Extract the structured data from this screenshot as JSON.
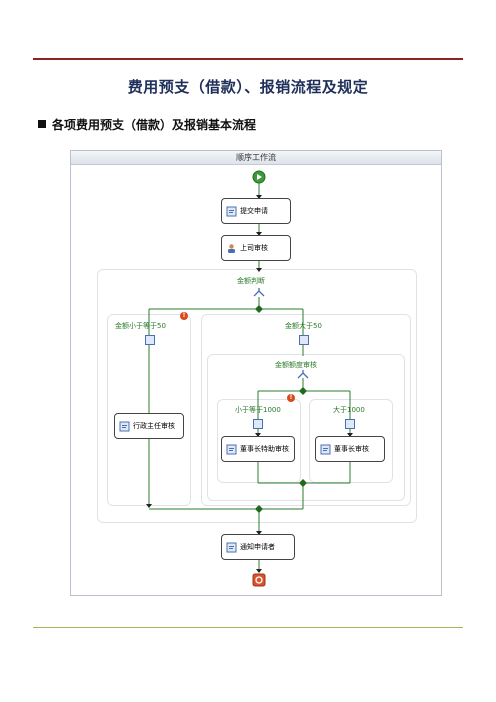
{
  "document": {
    "title": "费用预支（借款）、报销流程及规定",
    "section_heading": "各项费用预支（借款）及报销基本流程"
  },
  "workflow": {
    "title": "顺序工作流",
    "activities": {
      "submit": "提交申请",
      "supervisor": "上司审核",
      "admin": "行政主任审核",
      "chairman_assist": "董事长特助审核",
      "chairman": "董事长审核",
      "notify": "通知申请者"
    },
    "branches": {
      "amount_judge": "金额判断",
      "lte50": "金额小于等于50",
      "gt50": "金额大于50",
      "amount_levels": "金额额度审核",
      "lte1000": "小于等于1000",
      "gt1000": "大于1000"
    },
    "warning_symbol": "!"
  },
  "colors": {
    "title": "#1f2f5a",
    "top_rule": "#8b2323",
    "bottom_rule": "#a8b45a",
    "flow_line": "#2e7d2e",
    "branch_label": "#2a7a2a",
    "warning": "#d94b1b",
    "start_icon": "#3c9a3c",
    "end_icon": "#d9532c"
  }
}
